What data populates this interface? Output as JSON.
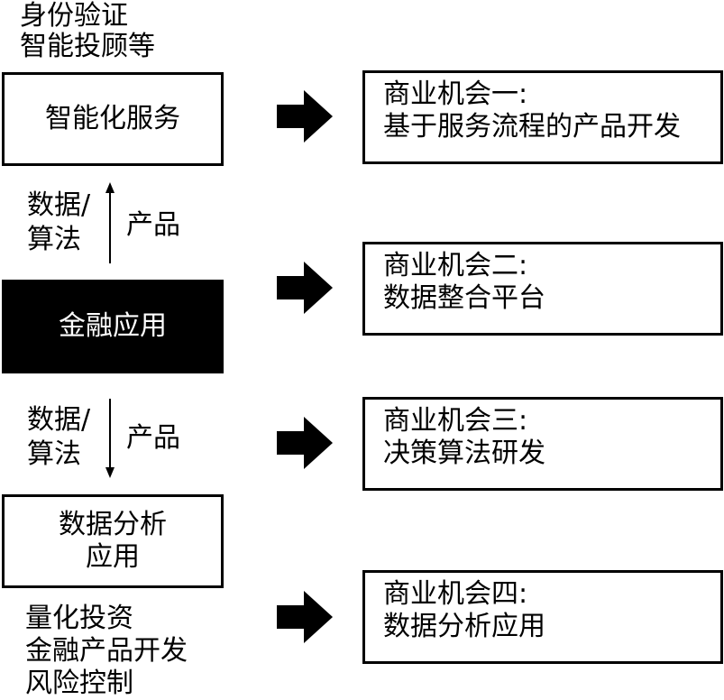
{
  "top_notes": [
    "身份验证",
    "智能投顾等"
  ],
  "layers": {
    "top": {
      "label": "智能化服务"
    },
    "middle": {
      "label": "金融应用"
    },
    "bottom": {
      "lines": [
        "数据分析",
        "应用"
      ]
    }
  },
  "links": {
    "upper": {
      "left": [
        "数据/",
        "算法"
      ],
      "right": "产品"
    },
    "lower": {
      "left": [
        "数据/",
        "算法"
      ],
      "right": "产品"
    }
  },
  "bottom_notes": [
    "量化投资",
    "金融产品开发",
    "风险控制"
  ],
  "opportunities": [
    {
      "title": "商业机会一:",
      "desc": "基于服务流程的产品开发"
    },
    {
      "title": "商业机会二:",
      "desc": "数据整合平台"
    },
    {
      "title": "商业机会三:",
      "desc": "决策算法研发"
    },
    {
      "title": "商业机会四:",
      "desc": "数据分析应用"
    }
  ],
  "colors": {
    "ink": "#000000",
    "paper": "#ffffff"
  }
}
